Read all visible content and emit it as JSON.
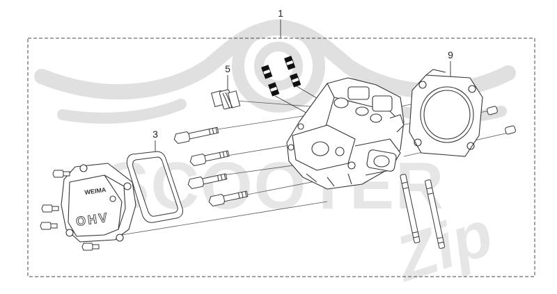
{
  "watermark": {
    "brand_word": "SCOOTER",
    "brand_script": "Zip",
    "color": "#d9d9d9"
  },
  "callouts": {
    "assembly": "1",
    "cover_gasket": "3",
    "spark_plug": "5",
    "head_gasket": "9"
  },
  "valve_cover": {
    "emblem": "WEIMA",
    "lettering": "OHV"
  },
  "colors": {
    "line": "#333333",
    "frame": "#444444",
    "watermark": "#d9d9d9",
    "marker": "#111111"
  }
}
